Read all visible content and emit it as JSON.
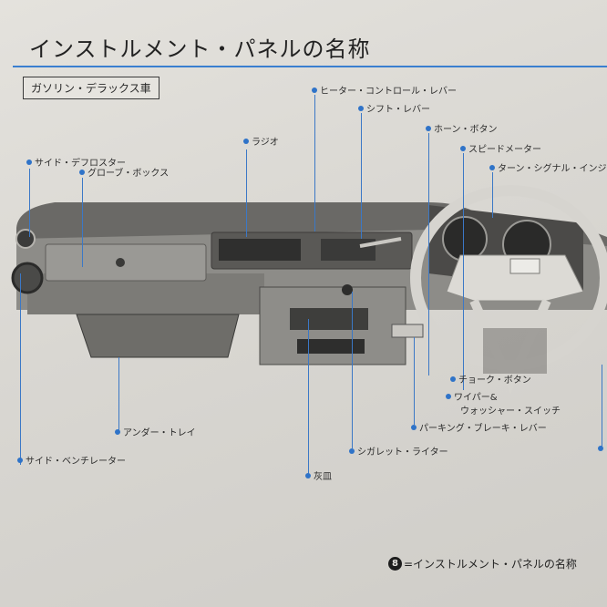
{
  "page": {
    "title": "インストルメント・パネルの名称",
    "subtitle": "ガソリン・デラックス車",
    "footer_number": "8",
    "footer_text": "=インストルメント・パネルの名称"
  },
  "labels": {
    "heater_control_lever": "ヒーター・コントロール・レバー",
    "shift_lever": "シフト・レバー",
    "radio": "ラジオ",
    "horn_button": "ホーン・ボタン",
    "side_defroster": "サイド・デフロスター",
    "speedometer": "スピードメーター",
    "glove_box": "グローブ・ボックス",
    "turn_signal_indicator": "ターン・シグナル・インジケーター",
    "choke_button": "チョーク・ボタン",
    "wiper_washer_switch_1": "ワイパー&",
    "wiper_washer_switch_2": "ウォッシャー・スイッチ",
    "under_tray": "アンダー・トレイ",
    "parking_brake_lever": "パーキング・ブレーキ・レバー",
    "side_ventilator": "サイド・ベンチレーター",
    "cigarette_lighter": "シガレット・ライター",
    "ashtray": "灰皿"
  }
}
